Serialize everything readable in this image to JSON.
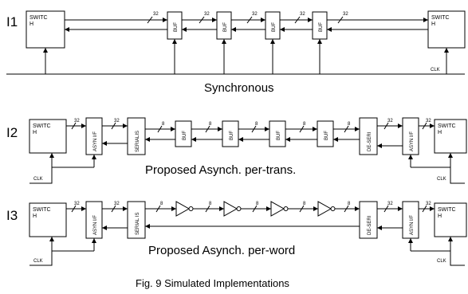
{
  "rows": {
    "i1": {
      "label": "I1",
      "caption": "Synchronous",
      "switch_left": "SWITC\nH",
      "switch_right": "SWITC\nH",
      "buffers": [
        "BUF",
        "BUF",
        "BUF",
        "BUF"
      ],
      "bus_widths": [
        "32",
        "32",
        "32",
        "32",
        "32"
      ],
      "clk": "CLK"
    },
    "i2": {
      "label": "I2",
      "caption": "Proposed Asynch. per-trans.",
      "switch_left": "SWITC\nH",
      "switch_right": "SWITC\nH",
      "async_left": "ASYN I/F",
      "async_right": "ASYN I/F",
      "serializer": "SERIALIS",
      "deserializer": "DE-SERI",
      "buffers": [
        "BUF",
        "BUF",
        "BUF",
        "BUF"
      ],
      "bus_widths": [
        "32",
        "32",
        "8",
        "8",
        "8",
        "8",
        "8",
        "32",
        "32"
      ],
      "clk_left": "CLK",
      "clk_right": "CLK"
    },
    "i3": {
      "label": "I3",
      "caption": "Proposed Asynch. per-word",
      "switch_left": "SWITC\nH",
      "switch_right": "SWITC\nH",
      "async_left": "ASYN I/F",
      "async_right": "ASYN I/F",
      "serializer": "SERIAL IS",
      "deserializer": "DE-SERI",
      "bus_widths": [
        "32",
        "32",
        "8",
        "8",
        "8",
        "8",
        "8",
        "32",
        "32"
      ],
      "clk_left": "CLK",
      "clk_right": "CLK"
    }
  },
  "figure_caption": "Fig. 9 Simulated Implementations"
}
